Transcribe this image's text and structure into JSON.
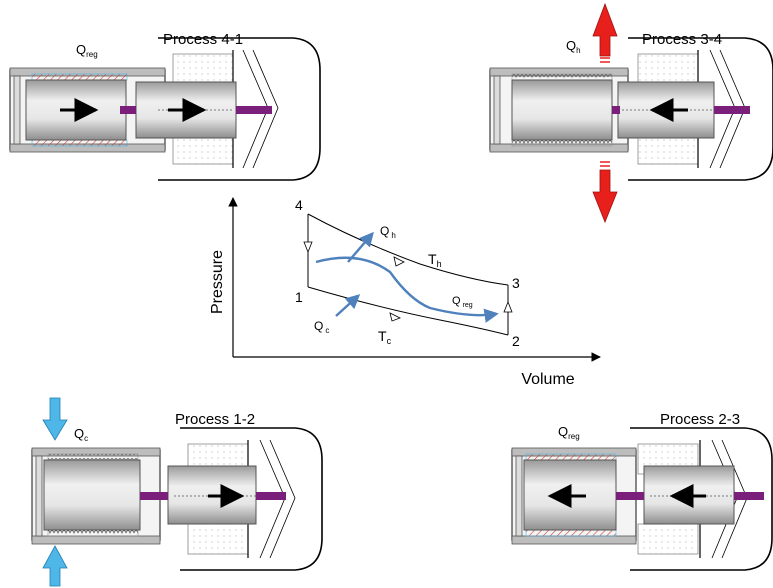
{
  "engines": {
    "top_left": {
      "title": "Process 4-1",
      "heat_main": "Q",
      "heat_sub": "reg"
    },
    "top_right": {
      "title": "Process 3-4",
      "heat_main": "Q",
      "heat_sub": "h"
    },
    "bottom_left": {
      "title": "Process 1-2",
      "heat_main": "Q",
      "heat_sub": "c"
    },
    "bottom_right": {
      "title": "Process 2-3",
      "heat_main": "Q",
      "heat_sub": "reg"
    }
  },
  "pv_diagram": {
    "y_axis_label": "Pressure",
    "x_axis_label": "Volume",
    "state_points": [
      "1",
      "2",
      "3",
      "4"
    ],
    "isotherm_hot": {
      "main": "T",
      "sub": "h"
    },
    "isotherm_cold": {
      "main": "T",
      "sub": "c"
    },
    "heat_in_hot": {
      "main": "Q",
      "sub": "h"
    },
    "heat_in_cold": {
      "main": "Q",
      "sub": "c"
    },
    "heat_reg": {
      "main": "Q",
      "sub": "reg"
    }
  },
  "colors": {
    "heat_out_arrow": "#e8201c",
    "heat_in_arrow": "#4fb6e8",
    "flow_curve": "#4f81bd",
    "rod": "#7a1f7a"
  }
}
